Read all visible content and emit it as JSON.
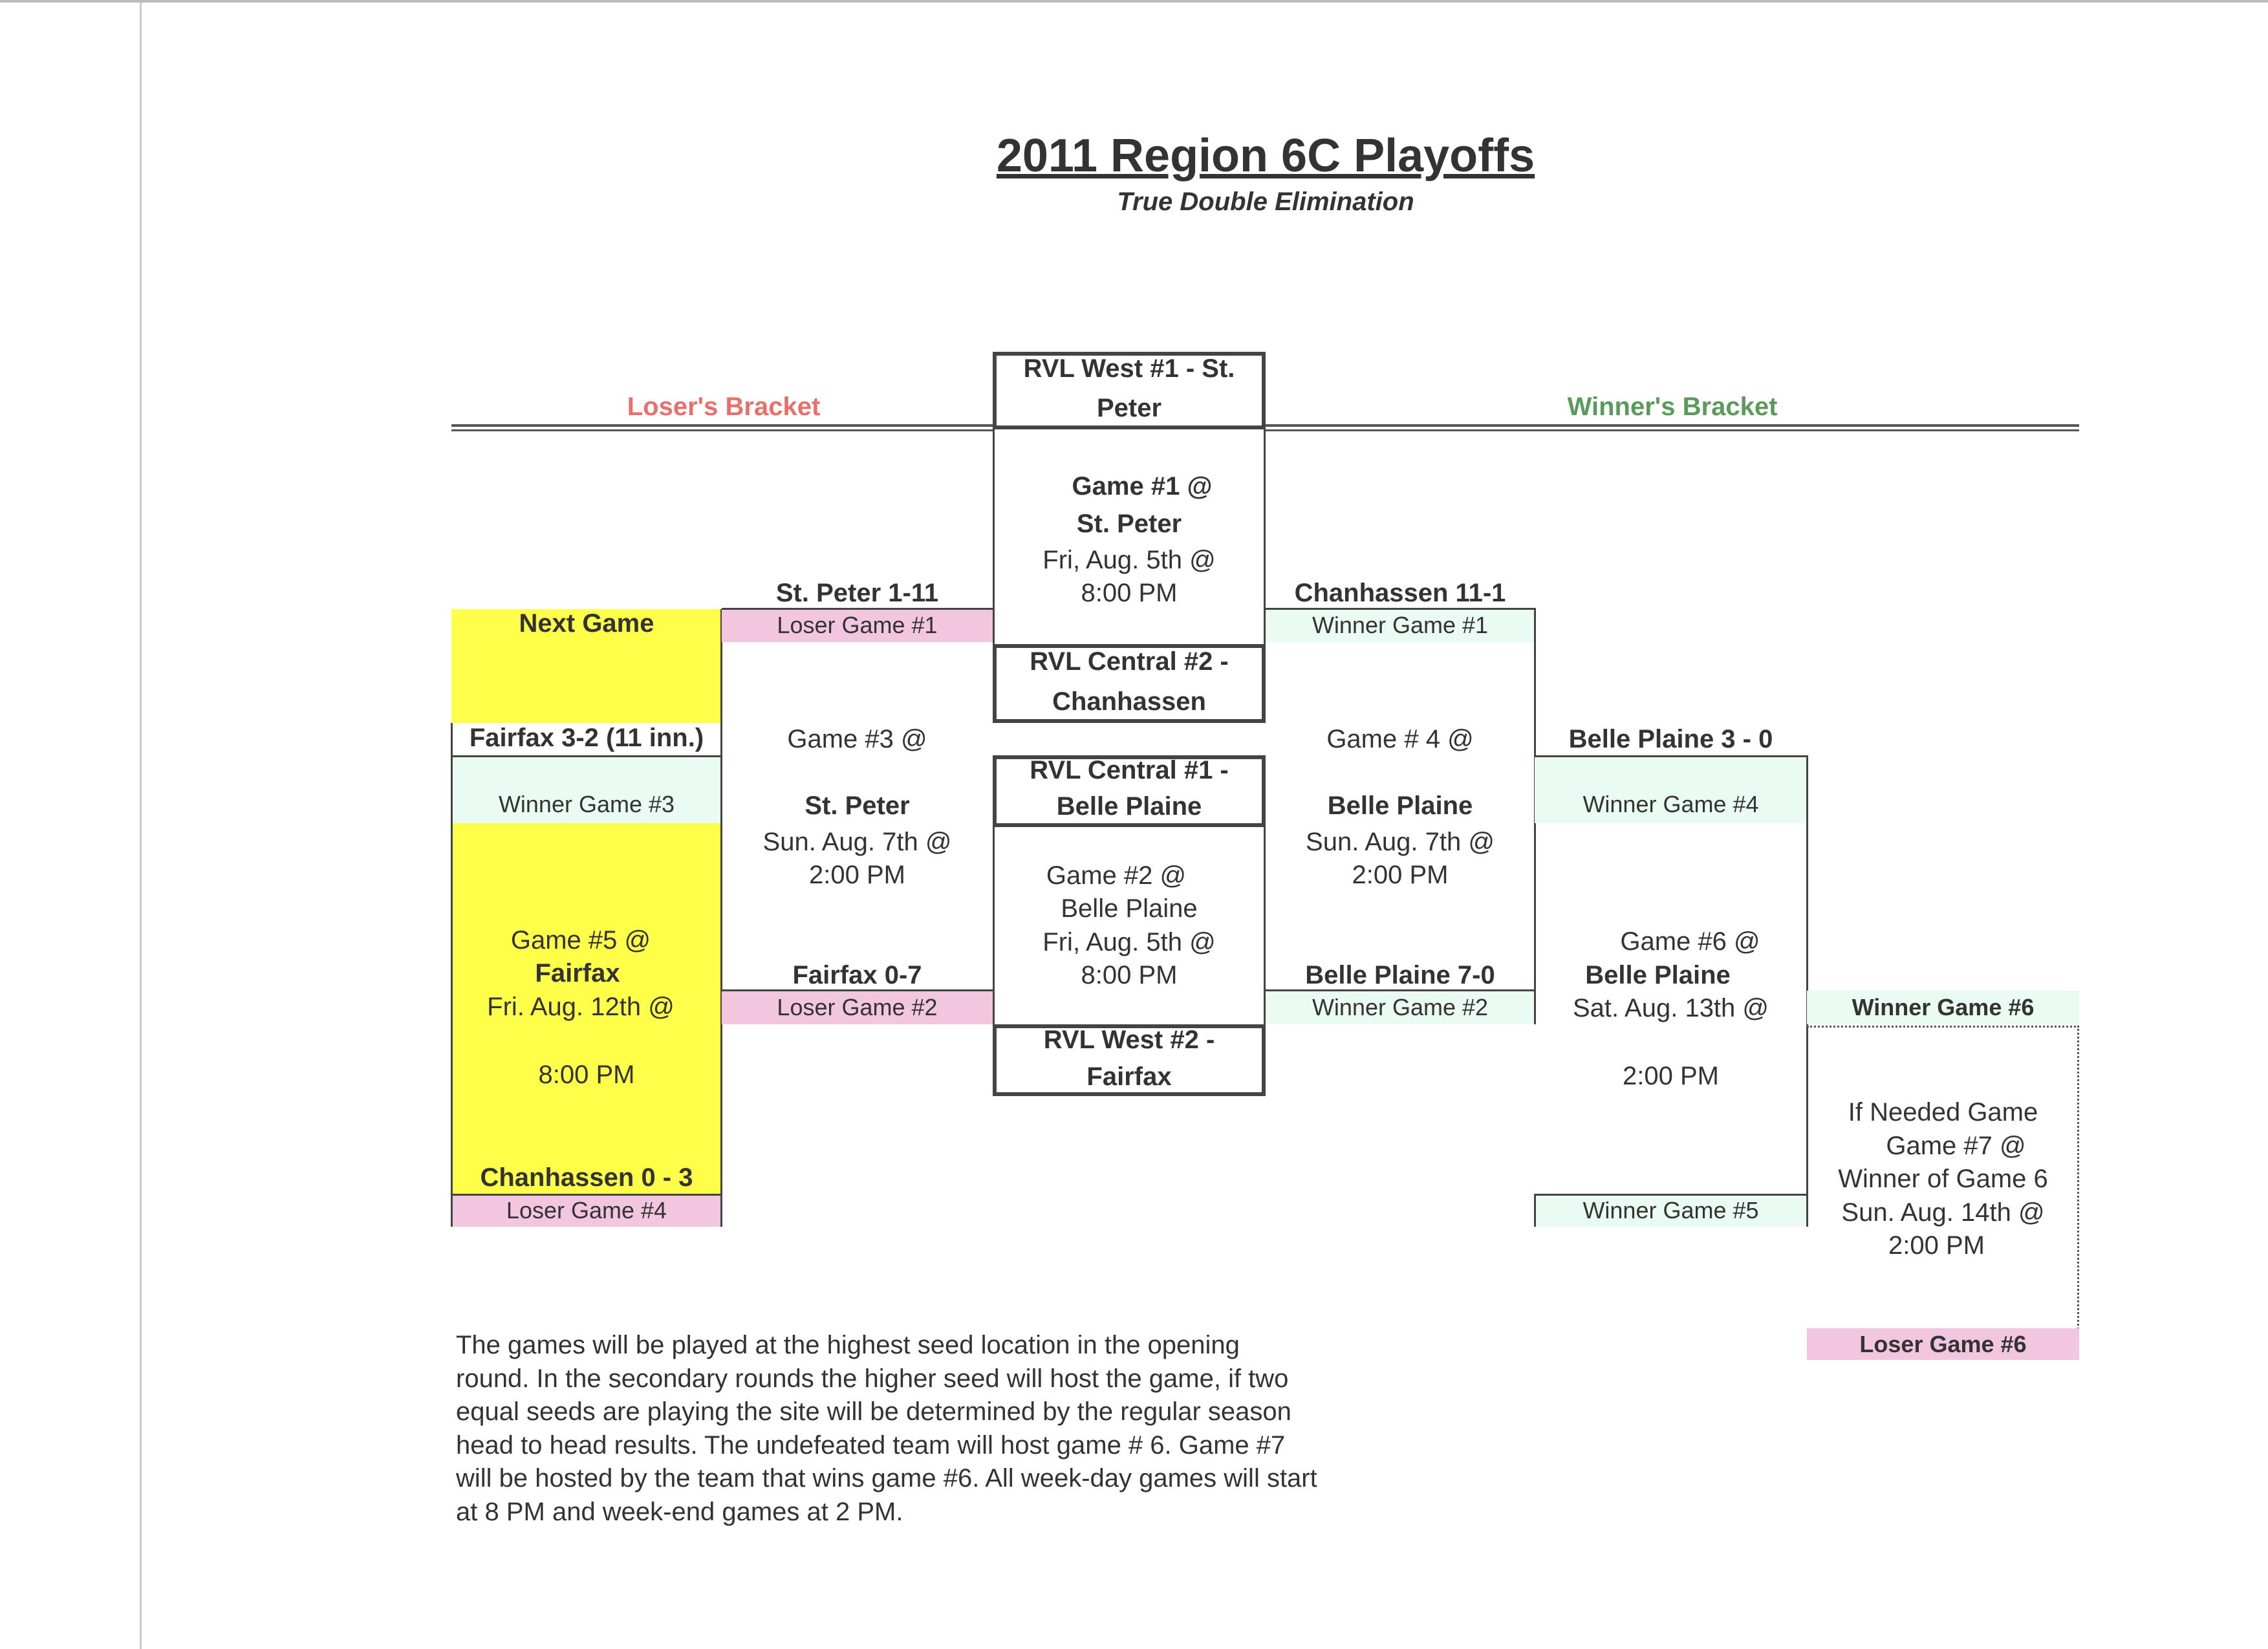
{
  "title": "2011 Region 6C Playoffs",
  "subtitle": "True Double Elimination",
  "brackets": {
    "losers": "Loser's Bracket",
    "winners": "Winner's Bracket"
  },
  "colors": {
    "losers": "#e8706a",
    "winners": "#5a9a5a",
    "yellow": "#ffff4a",
    "pink": "#f2c6de",
    "mint": "#e9fbf2"
  },
  "seeds": {
    "west1": [
      "RVL West  #1 -  St.",
      "Peter"
    ],
    "central2": [
      "RVL Central #2 -",
      "Chanhassen"
    ],
    "central1": [
      "RVL Central #1 -",
      "Belle Plaine"
    ],
    "west2": [
      "RVL West #2 -",
      "Fairfax"
    ]
  },
  "game1": [
    "Game #1 @",
    "St. Peter",
    "Fri, Aug. 5th @",
    "8:00 PM"
  ],
  "game2": [
    "Game #2 @",
    "Belle Plaine",
    "Fri, Aug. 5th @",
    "8:00 PM"
  ],
  "game3": [
    "Game #3 @",
    "St. Peter",
    "Sun. Aug. 7th @",
    "2:00 PM"
  ],
  "game4": [
    "Game # 4 @",
    "Belle Plaine",
    "Sun. Aug. 7th @",
    "2:00 PM"
  ],
  "game5": [
    "Game #5 @",
    "Fairfax",
    "Fri. Aug. 12th @",
    "8:00 PM"
  ],
  "game6": [
    "Game #6 @",
    "Belle Plaine",
    "Sat. Aug. 13th @",
    "2:00 PM"
  ],
  "game7": [
    "If Needed Game",
    "Game #7 @",
    "Winner of Game 6",
    "Sun. Aug. 14th @",
    "2:00 PM"
  ],
  "results": {
    "stpeter": "St. Peter  1-11",
    "fairfax07": "Fairfax  0-7",
    "chan111": "Chanhassen 11-1",
    "bp70": "Belle Plaine 7-0",
    "fairfax32": "Fairfax  3-2 (11 inn.)",
    "chan03": "Chanhassen 0 - 3",
    "bp30": "Belle Plaine 3 - 0"
  },
  "slots": {
    "next_game": "Next Game",
    "loser1": "Loser Game #1",
    "loser2": "Loser Game #2",
    "loser4": "Loser Game #4",
    "loser6": "Loser Game #6",
    "winner1": "Winner Game #1",
    "winner2": "Winner Game #2",
    "winner3": "Winner Game #3",
    "winner4": "Winner Game #4",
    "winner5": "Winner Game #5",
    "winner6": "Winner Game #6"
  },
  "notes": [
    "The games will be played at the highest seed location in the opening",
    "round. In the secondary rounds the higher seed will host the game, if two",
    "equal seeds are playing the site will be determined by the regular season",
    "head to head results. The undefeated team will host game # 6. Game #7",
    "will be hosted by the team that wins game #6. All week-day games will start",
    "at 8 PM and week-end games at 2 PM."
  ]
}
